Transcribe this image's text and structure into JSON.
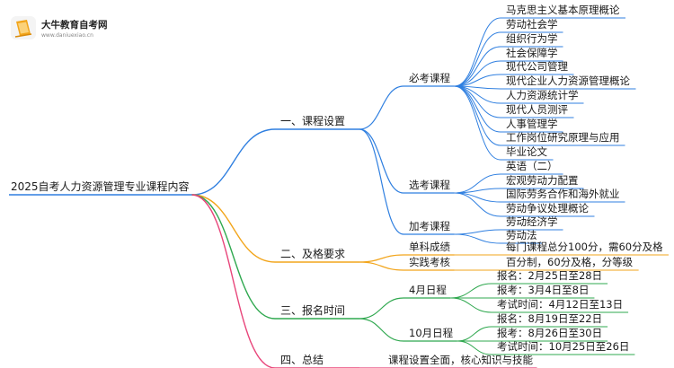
{
  "logo": {
    "name": "大牛教育自考网",
    "url": "www.daniuexiao.cn",
    "icon": "book-icon"
  },
  "root": {
    "label": "2025自考人力资源管理专业课程内容"
  },
  "colors": {
    "blue": "#2f7fe0",
    "orange": "#f2a51b",
    "green": "#2fa84f",
    "pink": "#e8457a"
  },
  "sections": [
    {
      "label": "一、课程设置",
      "color": "blue",
      "groups": [
        {
          "label": "必考课程",
          "items": [
            "马克思主义基本原理概论",
            "劳动社会学",
            "组织行为学",
            "社会保障学",
            "现代公司管理",
            "现代企业人力资源管理概论",
            "人力资源统计学",
            "现代人员测评",
            "人事管理学",
            "工作岗位研究原理与应用",
            "毕业论文"
          ]
        },
        {
          "label": "选考课程",
          "items": [
            "英语（二）",
            "宏观劳动力配置",
            "国际劳务合作和海外就业",
            "劳动争议处理概论"
          ]
        },
        {
          "label": "加考课程",
          "items": [
            "劳动经济学",
            "劳动法"
          ]
        }
      ]
    },
    {
      "label": "二、及格要求",
      "color": "orange",
      "groups": [
        {
          "label": "单科成绩",
          "items": [
            "每门课程总分100分，需60分及格"
          ]
        },
        {
          "label": "实践考核",
          "items": [
            "百分制，60分及格，分等级"
          ]
        }
      ]
    },
    {
      "label": "三、报名时间",
      "color": "green",
      "groups": [
        {
          "label": "4月日程",
          "items": [
            "报名：2月25日至28日",
            "报考：3月4日至8日",
            "考试时间：4月12日至13日"
          ]
        },
        {
          "label": "10月日程",
          "items": [
            "报名：8月19日至22日",
            "报考：8月26日至30日",
            "考试时间：10月25日至26日"
          ]
        }
      ]
    },
    {
      "label": "四、总结",
      "color": "pink",
      "groups": [
        {
          "label": "课程设置全面，核心知识与技能",
          "items": []
        }
      ]
    }
  ]
}
